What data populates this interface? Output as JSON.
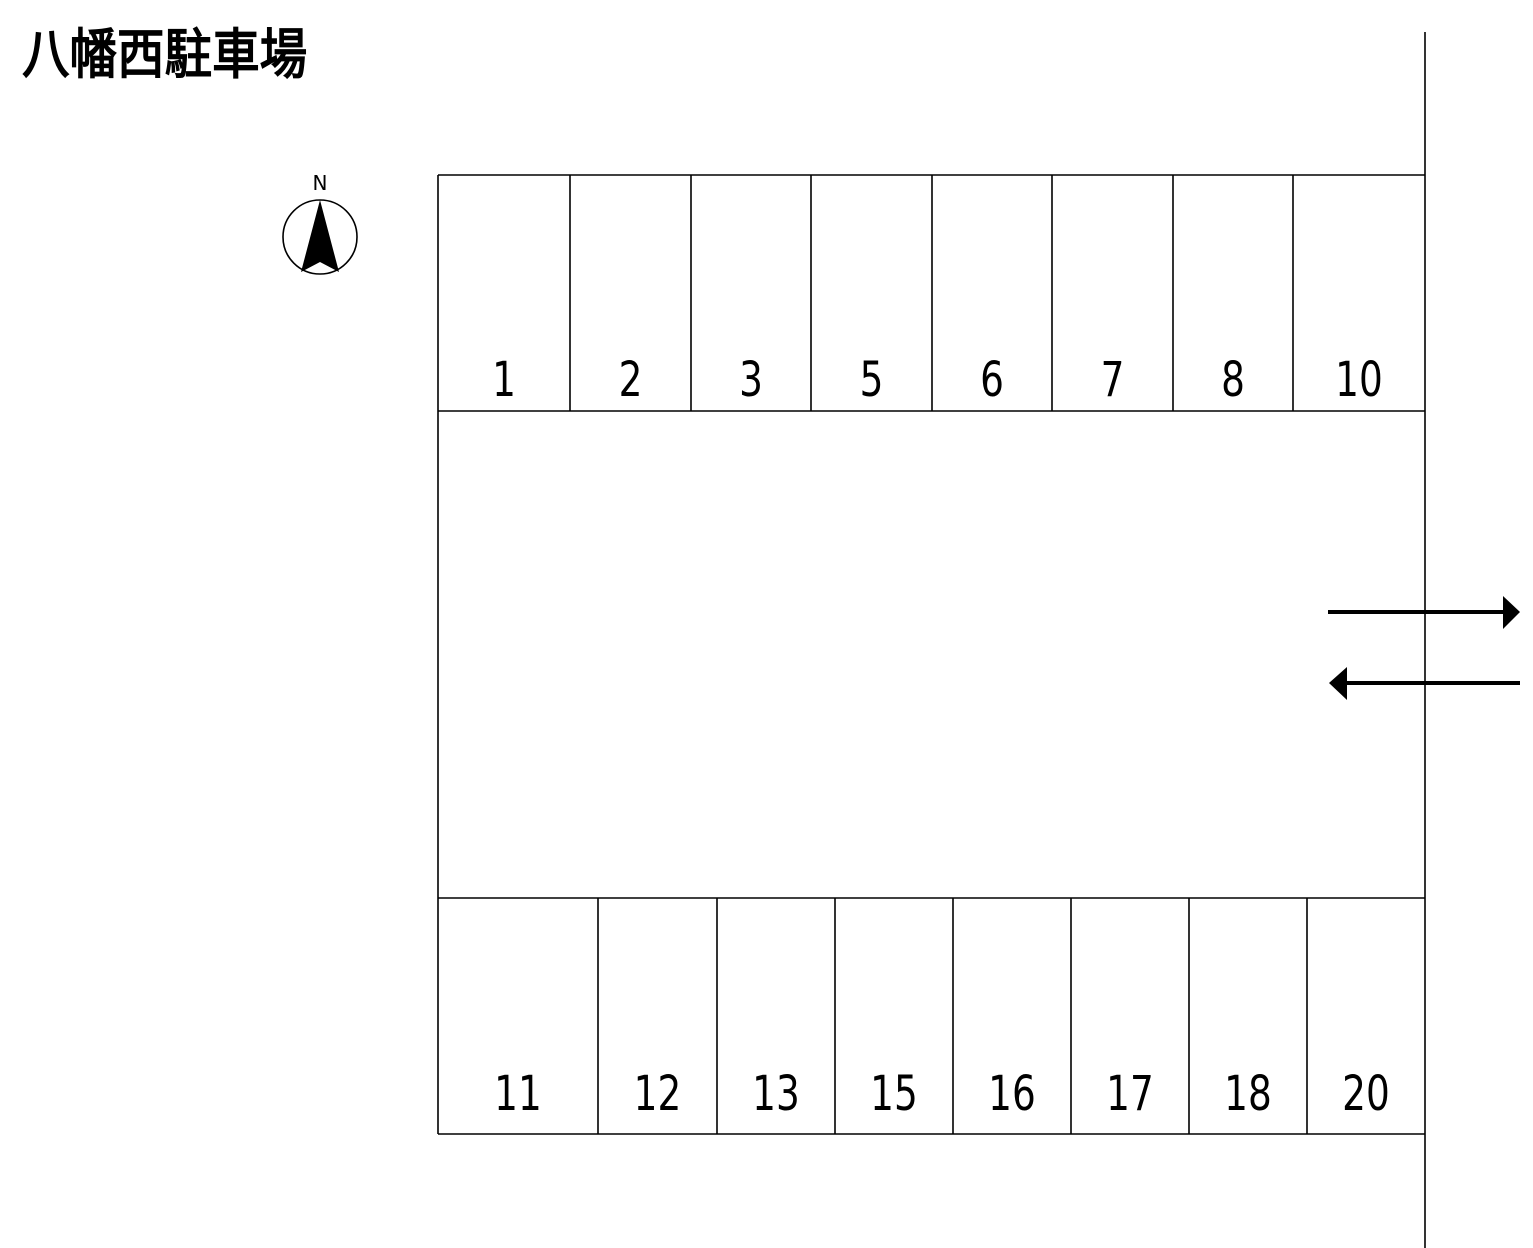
{
  "title": "八幡西駐車場",
  "compass": {
    "label": "N"
  },
  "rows": {
    "top": [
      "1",
      "2",
      "3",
      "5",
      "6",
      "7",
      "8",
      "10"
    ],
    "bottom": [
      "11",
      "12",
      "13",
      "15",
      "16",
      "17",
      "18",
      "20"
    ]
  },
  "colors": {
    "line": "#000000",
    "background": "#ffffff"
  }
}
